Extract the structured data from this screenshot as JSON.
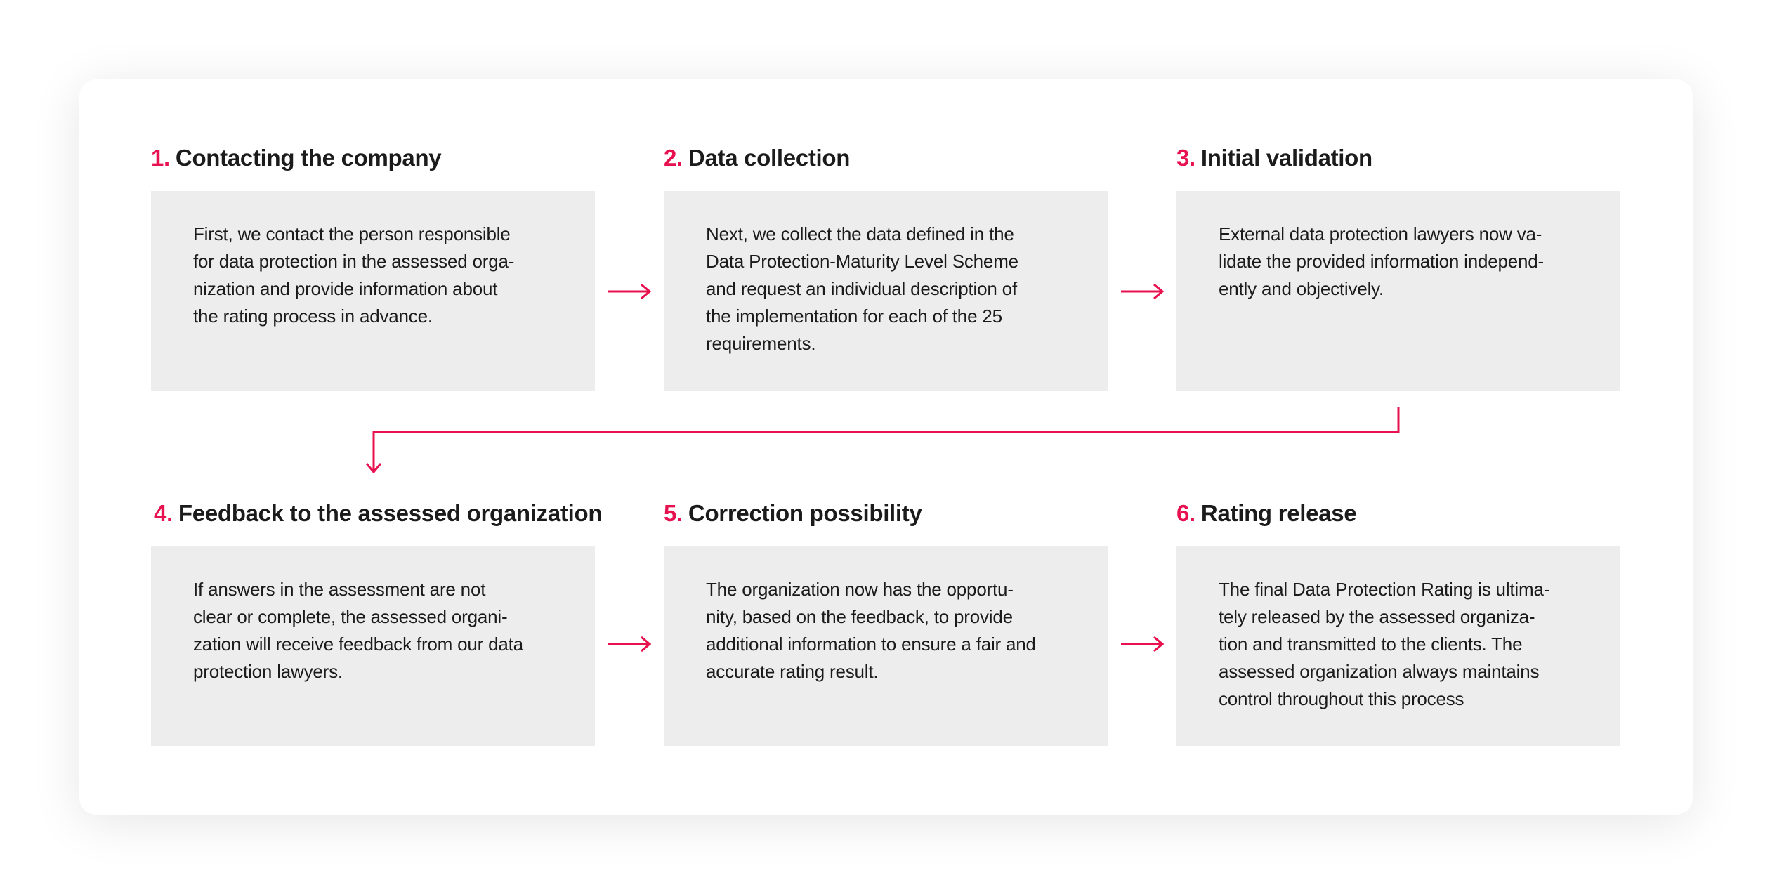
{
  "accent_color": "#e8114f",
  "steps": [
    {
      "number": "1.",
      "title": "Contacting the company",
      "lines": [
        "First, we contact the person responsible",
        "for data protection in the assessed orga-",
        "nization and provide information about",
        "the rating process in advance."
      ]
    },
    {
      "number": "2.",
      "title": "Data collection",
      "lines": [
        "Next, we collect the data defined in the",
        "Data Protection-Maturity Level Scheme",
        "and request an individual description of",
        "the implementation for each of the 25",
        "requirements."
      ]
    },
    {
      "number": "3.",
      "title": "Initial validation",
      "lines": [
        "External data protection lawyers now va-",
        "lidate the provided information independ-",
        "ently and objectively."
      ]
    },
    {
      "number": "4.",
      "title": "Feedback to the assessed organization",
      "lines": [
        "If answers in the assessment are not",
        "clear or complete, the assessed organi-",
        "zation will receive feedback from our data",
        "protection lawyers."
      ]
    },
    {
      "number": "5.",
      "title": "Correction possibility",
      "lines": [
        "The organization now has the opportu-",
        "nity, based on the feedback, to provide",
        "additional information to ensure a fair and",
        "accurate rating result."
      ]
    },
    {
      "number": "6.",
      "title": "Rating release",
      "lines": [
        "The final Data Protection Rating is ultima-",
        "tely released by the assessed organiza-",
        "tion and transmitted to the clients. The",
        "assessed organization always maintains",
        "control throughout this process"
      ]
    }
  ]
}
